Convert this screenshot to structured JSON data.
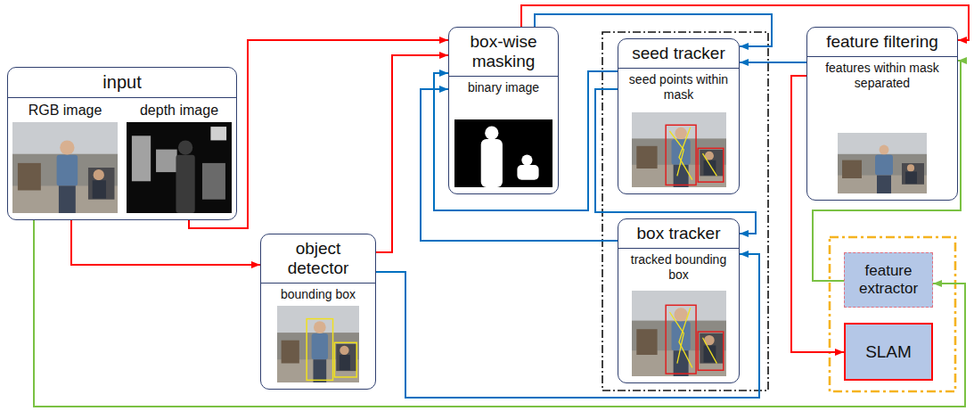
{
  "diagram": {
    "nodes": [
      {
        "text": [
          "input",
          "RGB image",
          "depth image"
        ]
      },
      {
        "text": [
          "box-wise masking",
          "binary image"
        ]
      },
      {
        "text": [
          "seed tracker",
          "seed points within mask"
        ]
      },
      {
        "text": [
          "feature filtering",
          "features within mask separated"
        ]
      },
      {
        "text": [
          "object detector",
          "bounding box"
        ]
      },
      {
        "text": [
          "box tracker",
          "tracked bounding box"
        ]
      },
      {
        "text": [
          "feature extractor"
        ]
      },
      {
        "text": [
          "SLAM"
        ]
      }
    ],
    "edges": [
      {
        "from": 0,
        "to": 1,
        "arrow": "to"
      },
      {
        "from": 0,
        "to": 4,
        "arrow": "to"
      },
      {
        "from": 4,
        "to": 1,
        "arrow": "to"
      },
      {
        "from": 1,
        "to": 3,
        "arrow": "to"
      },
      {
        "from": 3,
        "to": 7,
        "arrow": "to"
      },
      {
        "from": 4,
        "to": 5,
        "arrow": "to"
      },
      {
        "from": 1,
        "to": 2,
        "arrow": "to"
      },
      {
        "from": 3,
        "to": 2,
        "arrow": "to"
      },
      {
        "from": 2,
        "to": 1,
        "arrow": "to"
      },
      {
        "from": 5,
        "to": 1,
        "arrow": "to"
      },
      {
        "from": 2,
        "to": 5,
        "arrow": "to"
      },
      {
        "from": 0,
        "to": 6,
        "arrow": "to"
      },
      {
        "from": 6,
        "to": 3,
        "arrow": "to"
      }
    ]
  }
}
